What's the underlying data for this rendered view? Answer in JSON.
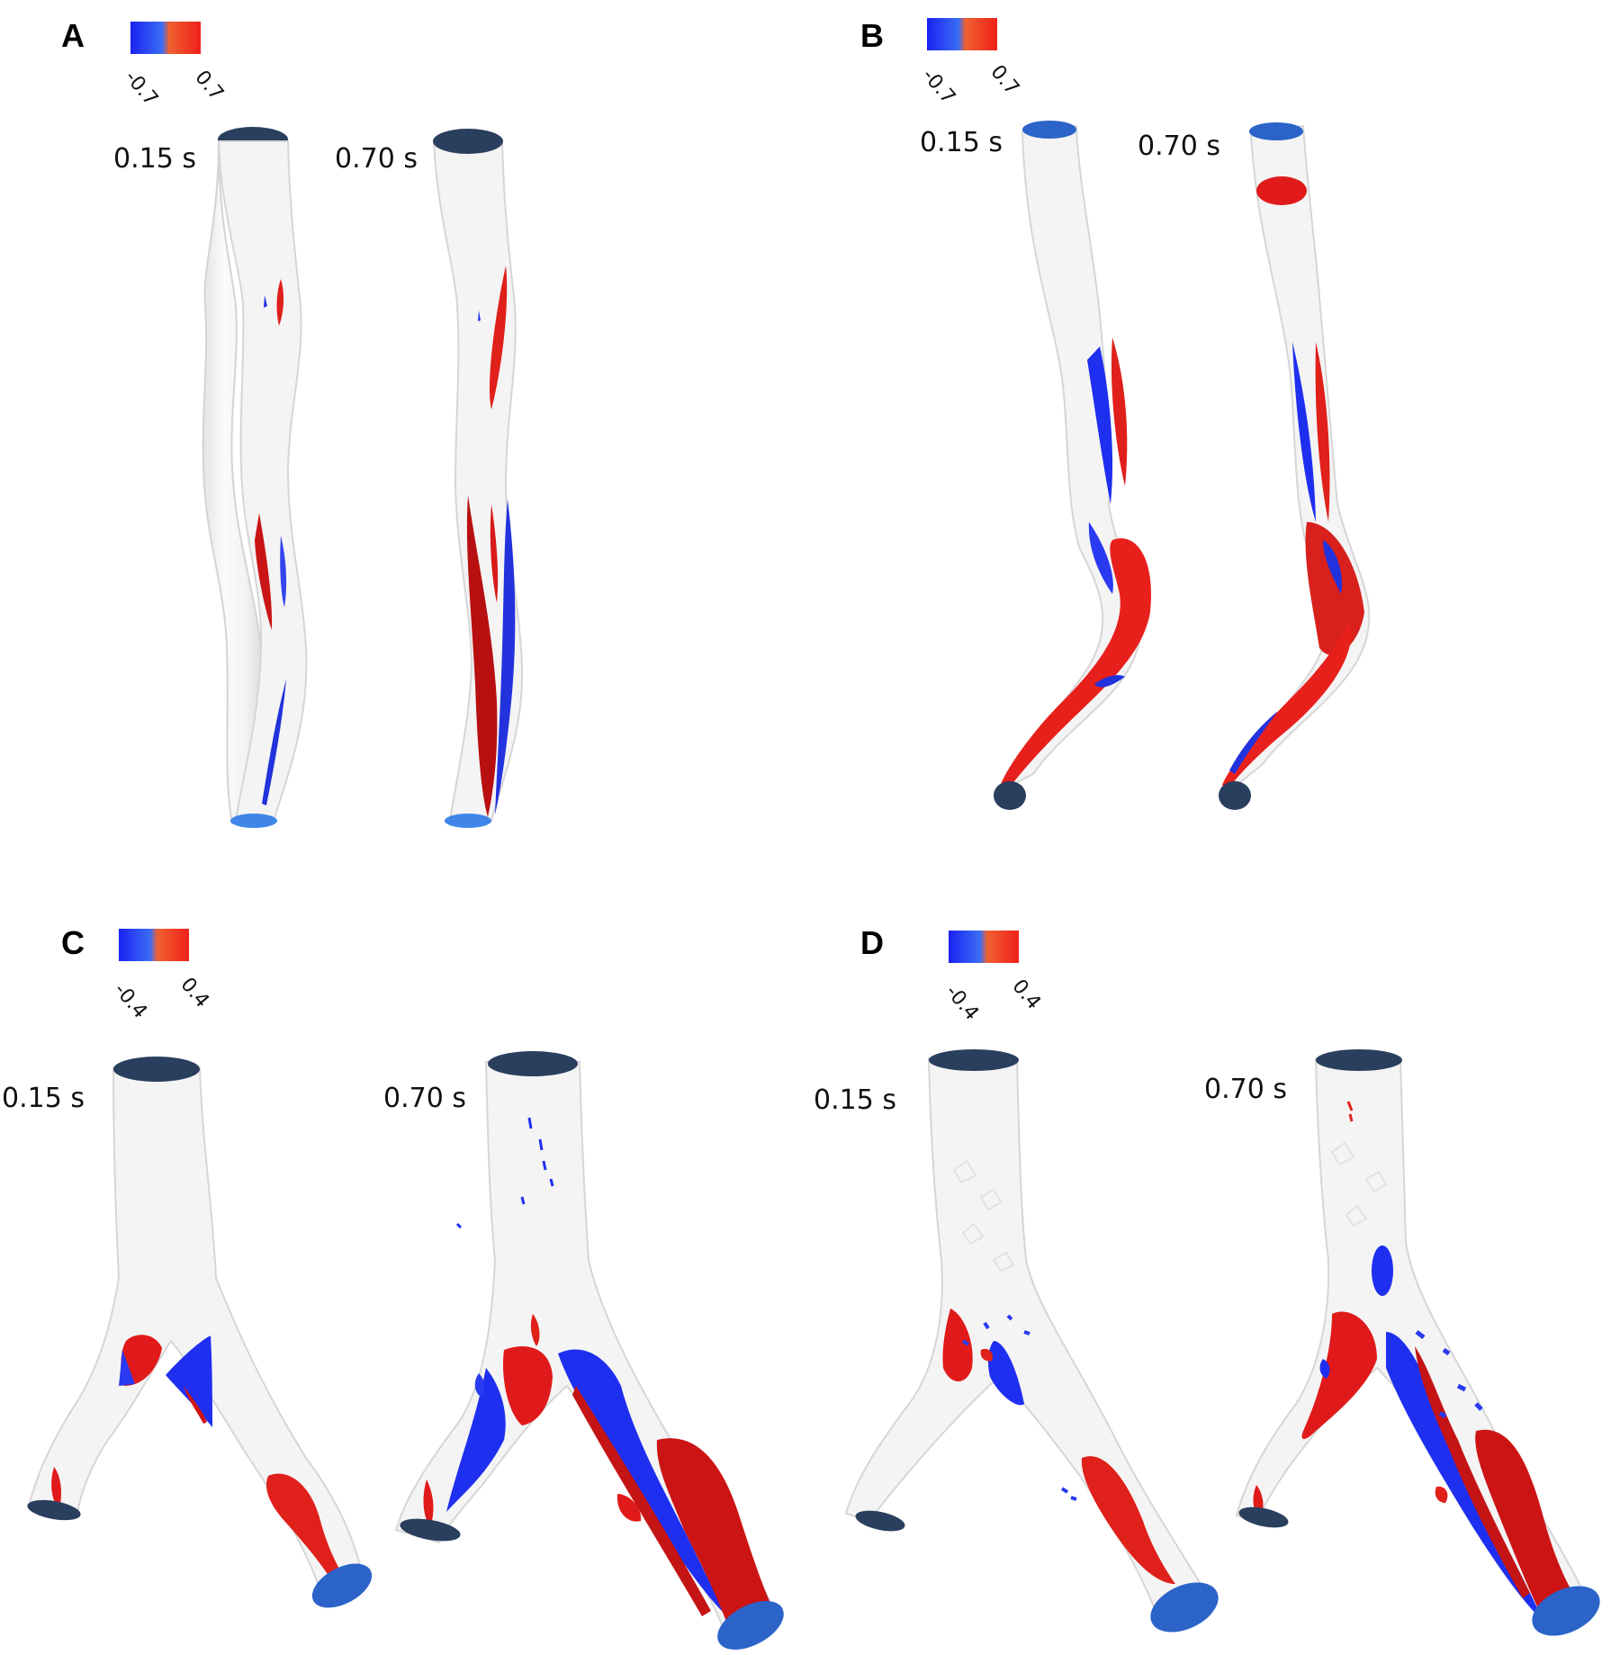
{
  "colors": {
    "negative": "#1f2ff0",
    "positive": "#ee2a1e",
    "vessel": "#f1f1f1",
    "vessel_edge": "#d9d9d9",
    "cap_dark": "#2a3f5e",
    "cap_blue": "#2b63c8"
  },
  "panels": [
    {
      "id": "A",
      "label": "A",
      "scale": {
        "min": "-0.7",
        "max": "0.7"
      },
      "times": [
        "0.15 s",
        "0.70 s"
      ]
    },
    {
      "id": "B",
      "label": "B",
      "scale": {
        "min": "-0.7",
        "max": "0.7"
      },
      "times": [
        "0.15 s",
        "0.70 s"
      ]
    },
    {
      "id": "C",
      "label": "C",
      "scale": {
        "min": "-0.4",
        "max": "0.4"
      },
      "times": [
        "0.15 s",
        "0.70 s"
      ]
    },
    {
      "id": "D",
      "label": "D",
      "scale": {
        "min": "-0.4",
        "max": "0.4"
      },
      "times": [
        "0.15 s",
        "0.70 s"
      ]
    }
  ]
}
